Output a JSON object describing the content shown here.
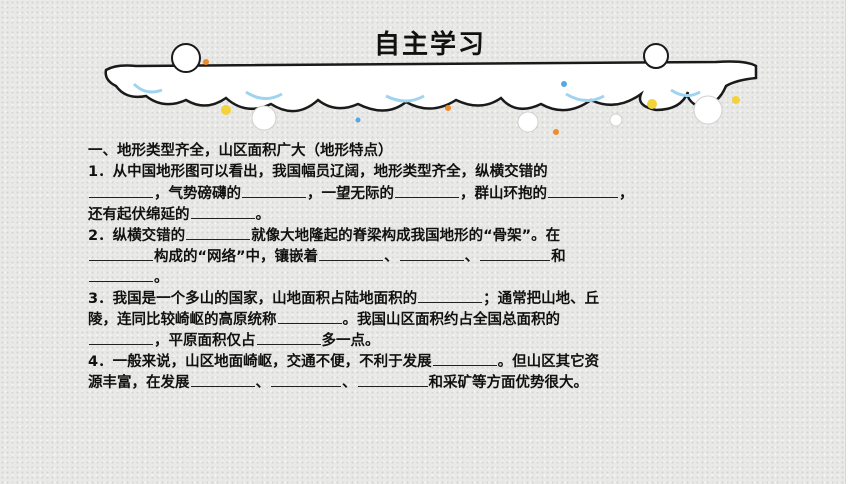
{
  "title": "自主学习",
  "section_heading": "一、地形类型齐全，山区面积广大（地形特点）",
  "q1": {
    "l1": "1．从中国地形图可以看出，我国幅员辽阔，地形类型齐全，纵横交错的",
    "l2a": "，气势磅礴的",
    "l2b": "，一望无际的",
    "l2c": "，群山环抱的",
    "l2d": "，",
    "l3a": "还有起伏绵延的",
    "l3b": "。"
  },
  "q2": {
    "l1a": "2．纵横交错的",
    "l1b": "就像大地隆起的脊梁构成我国地形的“骨架”。在",
    "l2a": "构成的“网络”中，镶嵌着",
    "l2b": "、",
    "l2c": "、",
    "l2d": "和",
    "l3": "。"
  },
  "q3": {
    "l1a": "3．我国是一个多山的国家，山地面积占陆地面积的",
    "l1b": "；通常把山地、丘",
    "l2a": "陵，连同比较崎岖的高原统称",
    "l2b": "。我国山区面积约占全国总面积的",
    "l3a": "，平原面积仅占",
    "l3b": "多一点。"
  },
  "q4": {
    "l1a": "4．一般来说，山区地面崎岖，交通不便，不利于发展",
    "l1b": "。但山区其它资",
    "l2a": "源丰富，在发展",
    "l2b": "、",
    "l2c": "、",
    "l2d": "和采矿等方面优势很大。"
  },
  "colors": {
    "cloud_outline": "#1a1a1a",
    "cloud_accent": "#9fd3f0",
    "star_yellow": "#f3d23a",
    "dot_orange": "#f08a2a",
    "dot_blue": "#55a8e0"
  }
}
